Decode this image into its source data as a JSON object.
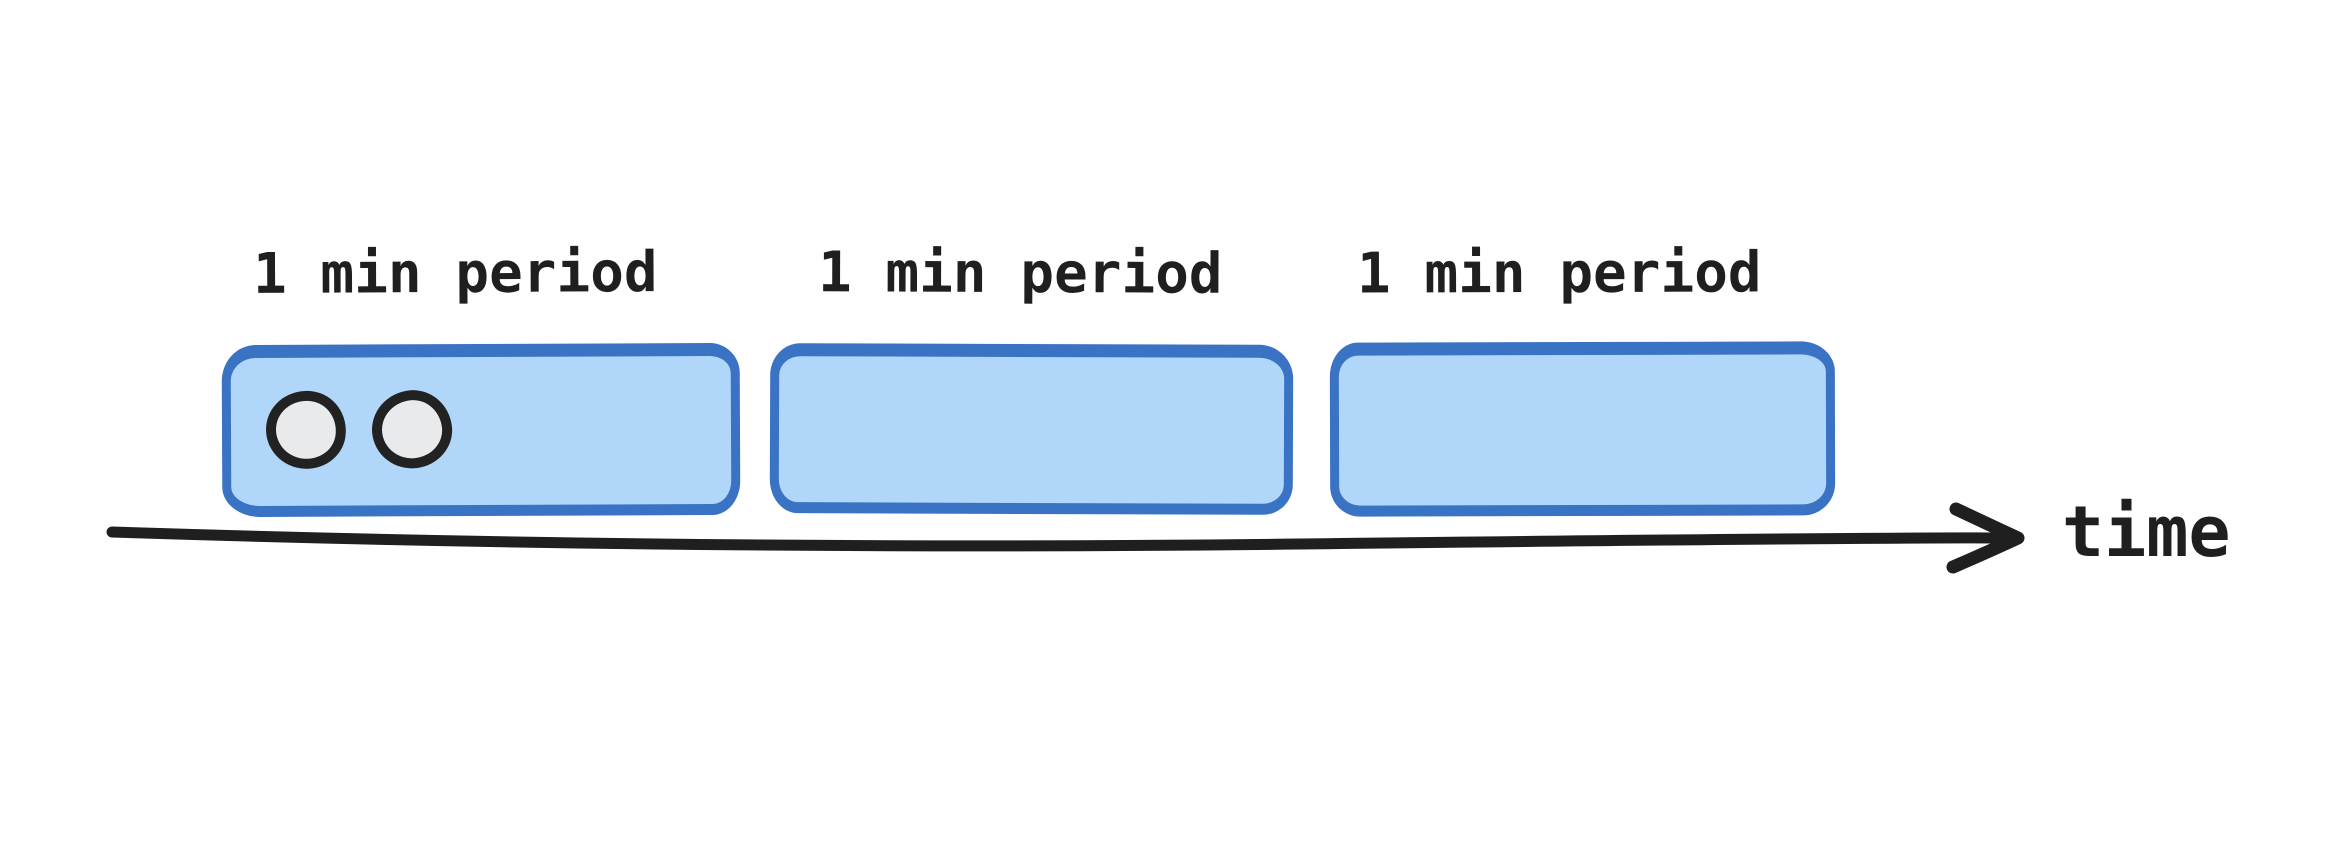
{
  "diagram": {
    "periods": [
      {
        "label": "1 min period",
        "requests": 2
      },
      {
        "label": "1 min period",
        "requests": 0
      },
      {
        "label": "1 min period",
        "requests": 0
      }
    ],
    "axis_label": "time"
  },
  "colors": {
    "background": "#ffffff",
    "box_fill": "#b0d6fa",
    "box_border": "#3a73c4",
    "dot_fill": "#e9eaec",
    "dot_border": "#222222",
    "ink": "#1f1f1f"
  }
}
